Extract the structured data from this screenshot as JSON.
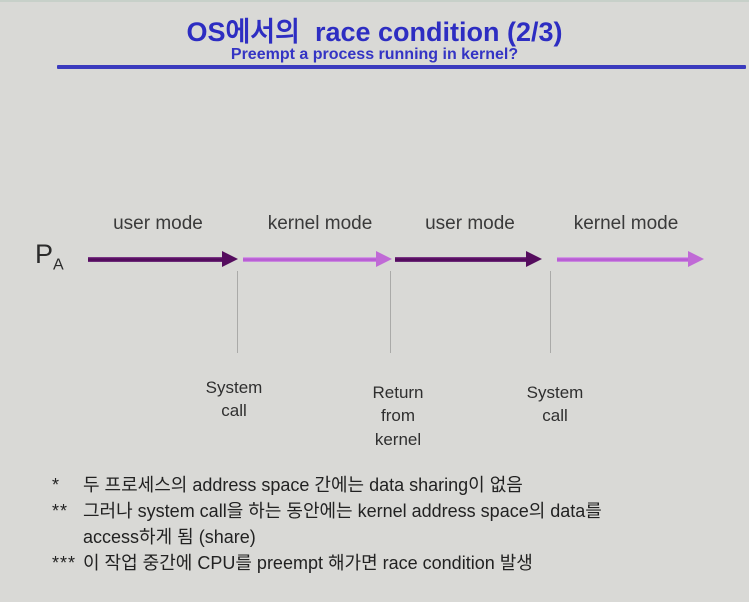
{
  "slide": {
    "title": "OS에서의  race condition (2/3)",
    "subtitle": "Preempt a process running in kernel?"
  },
  "timeline": {
    "process_label": "P",
    "process_subscript": "A",
    "segments": [
      {
        "label": "user mode",
        "type": "user",
        "color": "#550d5e"
      },
      {
        "label": "kernel mode",
        "type": "kernel",
        "color": "#c06ad6"
      },
      {
        "label": "user mode",
        "type": "user",
        "color": "#550d5e"
      },
      {
        "label": "kernel mode",
        "type": "kernel",
        "color": "#c06ad6"
      }
    ],
    "transitions": [
      {
        "lines": [
          "System",
          "call"
        ]
      },
      {
        "lines": [
          "Return",
          "from",
          "kernel"
        ]
      },
      {
        "lines": [
          "System",
          "call"
        ]
      }
    ]
  },
  "notes": [
    {
      "marker": "*",
      "lines": [
        "두 프로세스의 address space 간에는 data sharing이 없음"
      ]
    },
    {
      "marker": "**",
      "lines": [
        "그러나 system call을 하는 동안에는 kernel address space의 data를",
        "access하게 됨 (share)"
      ]
    },
    {
      "marker": "***",
      "lines": [
        "이 작업 중간에 CPU를 preempt 해가면 race condition 발생"
      ]
    }
  ],
  "colors": {
    "background": "#d9d9d6",
    "title_blue": "#2d2dc2",
    "rule_blue": "#3b3bbe",
    "user_mode_arrow": "#550d5e",
    "kernel_mode_arrow": "#c06ad6",
    "body_text": "#222222"
  }
}
